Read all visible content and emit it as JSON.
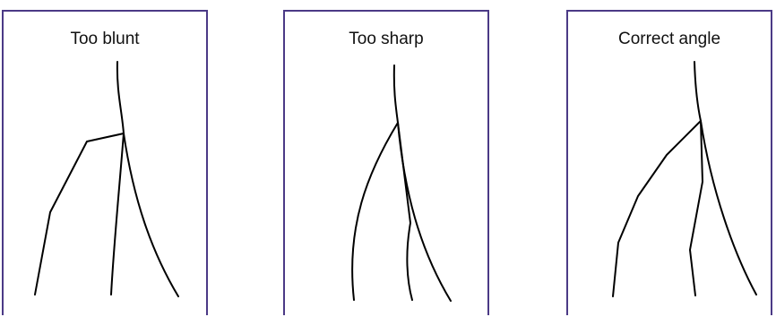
{
  "panels": [
    {
      "title": "Too blunt"
    },
    {
      "title": "Too sharp"
    },
    {
      "title": "Correct angle"
    }
  ],
  "colors": {
    "frame": "#4b3a86",
    "stroke": "#000000",
    "background": "#ffffff"
  }
}
